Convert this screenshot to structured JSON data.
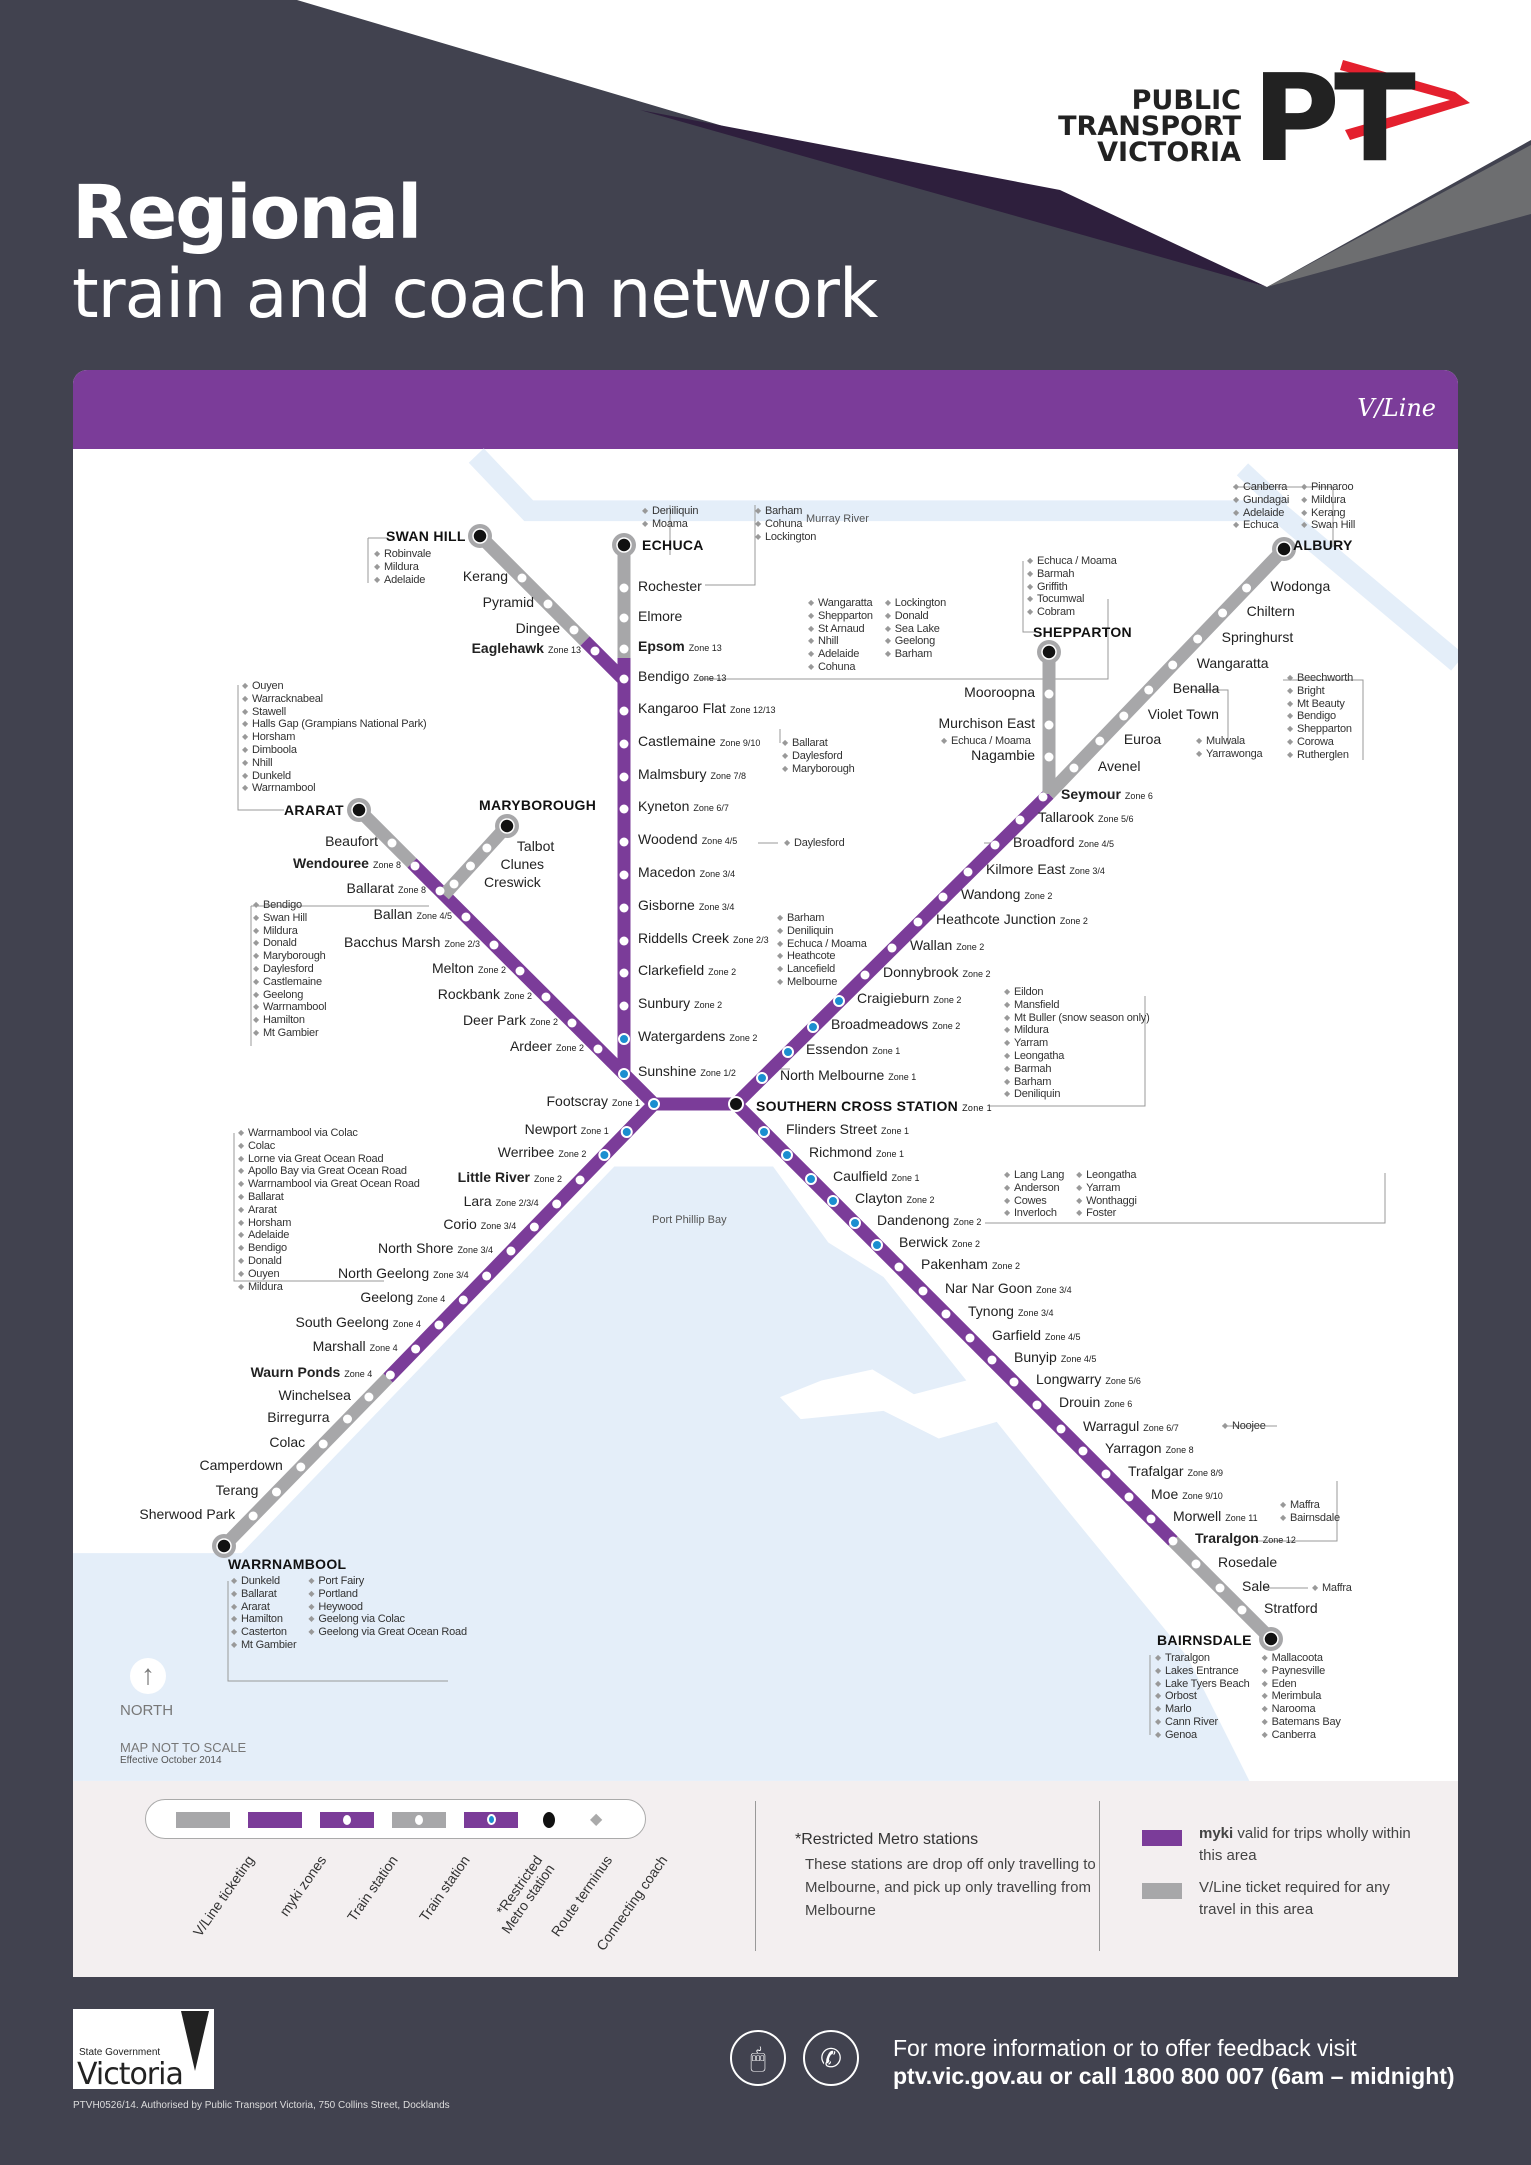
{
  "header": {
    "title_line1": "Regional",
    "title_line2": "train and coach network",
    "ptv_line1": "PUBLIC",
    "ptv_line2": "TRANSPORT",
    "ptv_line3": "VICTORIA",
    "ptv_mark": "PT",
    "vline_logo": "V/Line"
  },
  "colors": {
    "background": "#41424f",
    "myki_purple": "#7b3c99",
    "vline_grey": "#a7a7a9",
    "restricted_blue": "#1b8ed0",
    "water": "#e4eef9",
    "ptv_red": "#e4202e"
  },
  "map": {
    "murray_river": "Murray River",
    "port_phillip_bay": "Port Phillip Bay",
    "north": "NORTH",
    "not_to_scale": "MAP NOT TO SCALE",
    "effective": "Effective October 2014",
    "termini": {
      "swan_hill": "SWAN HILL",
      "echuca": "ECHUCA",
      "ararat": "ARARAT",
      "maryborough": "MARYBOROUGH",
      "shepparton": "SHEPPARTON",
      "albury": "ALBURY",
      "warrnambool": "WARRNAMBOOL",
      "bairnsdale": "BAIRNSDALE",
      "southern_cross": "SOUTHERN CROSS STATION",
      "southern_cross_zone": "Zone 1"
    },
    "lines": {
      "bendigo": [
        {
          "name": "Rochester",
          "zone": "",
          "kind": "vline"
        },
        {
          "name": "Elmore",
          "zone": "",
          "kind": "vline"
        },
        {
          "name": "Epsom",
          "zone": "Zone 13",
          "kind": "myki",
          "bold": true
        },
        {
          "name": "Bendigo",
          "zone": "Zone 13",
          "kind": "myki"
        },
        {
          "name": "Kangaroo Flat",
          "zone": "Zone 12/13",
          "kind": "myki"
        },
        {
          "name": "Castlemaine",
          "zone": "Zone 9/10",
          "kind": "myki"
        },
        {
          "name": "Malmsbury",
          "zone": "Zone 7/8",
          "kind": "myki"
        },
        {
          "name": "Kyneton",
          "zone": "Zone 6/7",
          "kind": "myki"
        },
        {
          "name": "Woodend",
          "zone": "Zone 4/5",
          "kind": "myki"
        },
        {
          "name": "Macedon",
          "zone": "Zone 3/4",
          "kind": "myki"
        },
        {
          "name": "Gisborne",
          "zone": "Zone 3/4",
          "kind": "myki"
        },
        {
          "name": "Riddells Creek",
          "zone": "Zone 2/3",
          "kind": "myki"
        },
        {
          "name": "Clarkefield",
          "zone": "Zone 2",
          "kind": "myki"
        },
        {
          "name": "Sunbury",
          "zone": "Zone 2",
          "kind": "myki"
        },
        {
          "name": "Watergardens",
          "zone": "Zone 2",
          "kind": "restricted"
        },
        {
          "name": "Sunshine",
          "zone": "Zone 1/2",
          "kind": "restricted"
        }
      ],
      "swan_hill": [
        {
          "name": "Kerang",
          "zone": "",
          "kind": "vline"
        },
        {
          "name": "Pyramid",
          "zone": "",
          "kind": "vline"
        },
        {
          "name": "Dingee",
          "zone": "",
          "kind": "vline"
        },
        {
          "name": "Eaglehawk",
          "zone": "Zone 13",
          "kind": "myki",
          "bold": true
        }
      ],
      "ballarat": [
        {
          "name": "Beaufort",
          "zone": "",
          "kind": "vline"
        },
        {
          "name": "Wendouree",
          "zone": "Zone 8",
          "kind": "myki",
          "bold": true
        },
        {
          "name": "Ballarat",
          "zone": "Zone 8",
          "kind": "myki"
        },
        {
          "name": "Ballan",
          "zone": "Zone 4/5",
          "kind": "myki"
        },
        {
          "name": "Bacchus Marsh",
          "zone": "Zone 2/3",
          "kind": "myki"
        },
        {
          "name": "Melton",
          "zone": "Zone 2",
          "kind": "myki"
        },
        {
          "name": "Rockbank",
          "zone": "Zone 2",
          "kind": "myki"
        },
        {
          "name": "Deer Park",
          "zone": "Zone 2",
          "kind": "myki"
        },
        {
          "name": "Ardeer",
          "zone": "Zone 2",
          "kind": "myki"
        }
      ],
      "maryborough": [
        {
          "name": "Talbot",
          "zone": "",
          "kind": "vline"
        },
        {
          "name": "Clunes",
          "zone": "",
          "kind": "vline"
        },
        {
          "name": "Creswick",
          "zone": "",
          "kind": "vline"
        }
      ],
      "footscray": [
        {
          "name": "Footscray",
          "zone": "Zone 1",
          "kind": "restricted"
        }
      ],
      "seymour": [
        {
          "name": "North Melbourne",
          "zone": "Zone 1",
          "kind": "restricted"
        },
        {
          "name": "Essendon",
          "zone": "Zone 1",
          "kind": "restricted"
        },
        {
          "name": "Broadmeadows",
          "zone": "Zone 2",
          "kind": "restricted"
        },
        {
          "name": "Craigieburn",
          "zone": "Zone 2",
          "kind": "restricted"
        },
        {
          "name": "Donnybrook",
          "zone": "Zone 2",
          "kind": "myki"
        },
        {
          "name": "Wallan",
          "zone": "Zone 2",
          "kind": "myki"
        },
        {
          "name": "Heathcote Junction",
          "zone": "Zone 2",
          "kind": "myki"
        },
        {
          "name": "Wandong",
          "zone": "Zone 2",
          "kind": "myki"
        },
        {
          "name": "Kilmore East",
          "zone": "Zone 3/4",
          "kind": "myki"
        },
        {
          "name": "Broadford",
          "zone": "Zone 4/5",
          "kind": "myki"
        },
        {
          "name": "Tallarook",
          "zone": "Zone 5/6",
          "kind": "myki"
        },
        {
          "name": "Seymour",
          "zone": "Zone 6",
          "kind": "myki",
          "bold": true
        }
      ],
      "shepparton": [
        {
          "name": "Nagambie",
          "zone": "",
          "kind": "vline"
        },
        {
          "name": "Murchison East",
          "zone": "",
          "kind": "vline"
        },
        {
          "name": "Mooroopna",
          "zone": "",
          "kind": "vline"
        }
      ],
      "albury": [
        {
          "name": "Avenel",
          "zone": "",
          "kind": "vline"
        },
        {
          "name": "Euroa",
          "zone": "",
          "kind": "vline"
        },
        {
          "name": "Violet Town",
          "zone": "",
          "kind": "vline"
        },
        {
          "name": "Benalla",
          "zone": "",
          "kind": "vline"
        },
        {
          "name": "Wangaratta",
          "zone": "",
          "kind": "vline"
        },
        {
          "name": "Springhurst",
          "zone": "",
          "kind": "vline"
        },
        {
          "name": "Chiltern",
          "zone": "",
          "kind": "vline"
        },
        {
          "name": "Wodonga",
          "zone": "",
          "kind": "vline"
        }
      ],
      "geelong": [
        {
          "name": "Newport",
          "zone": "Zone 1",
          "kind": "restricted"
        },
        {
          "name": "Werribee",
          "zone": "Zone 2",
          "kind": "restricted"
        },
        {
          "name": "Little River",
          "zone": "Zone 2",
          "kind": "myki",
          "bold": true
        },
        {
          "name": "Lara",
          "zone": "Zone 2/3/4",
          "kind": "myki"
        },
        {
          "name": "Corio",
          "zone": "Zone 3/4",
          "kind": "myki"
        },
        {
          "name": "North Shore",
          "zone": "Zone 3/4",
          "kind": "myki"
        },
        {
          "name": "North Geelong",
          "zone": "Zone 3/4",
          "kind": "myki"
        },
        {
          "name": "Geelong",
          "zone": "Zone 4",
          "kind": "myki"
        },
        {
          "name": "South Geelong",
          "zone": "Zone 4",
          "kind": "myki"
        },
        {
          "name": "Marshall",
          "zone": "Zone 4",
          "kind": "myki"
        },
        {
          "name": "Waurn Ponds",
          "zone": "Zone 4",
          "kind": "myki",
          "bold": true
        },
        {
          "name": "Winchelsea",
          "zone": "",
          "kind": "vline"
        },
        {
          "name": "Birregurra",
          "zone": "",
          "kind": "vline"
        },
        {
          "name": "Colac",
          "zone": "",
          "kind": "vline"
        },
        {
          "name": "Camperdown",
          "zone": "",
          "kind": "vline"
        },
        {
          "name": "Terang",
          "zone": "",
          "kind": "vline"
        },
        {
          "name": "Sherwood Park",
          "zone": "",
          "kind": "vline"
        }
      ],
      "gippsland": [
        {
          "name": "Flinders Street",
          "zone": "Zone 1",
          "kind": "restricted"
        },
        {
          "name": "Richmond",
          "zone": "Zone 1",
          "kind": "restricted"
        },
        {
          "name": "Caulfield",
          "zone": "Zone 1",
          "kind": "restricted"
        },
        {
          "name": "Clayton",
          "zone": "Zone 2",
          "kind": "restricted"
        },
        {
          "name": "Dandenong",
          "zone": "Zone 2",
          "kind": "restricted"
        },
        {
          "name": "Berwick",
          "zone": "Zone 2",
          "kind": "restricted"
        },
        {
          "name": "Pakenham",
          "zone": "Zone 2",
          "kind": "myki"
        },
        {
          "name": "Nar Nar Goon",
          "zone": "Zone 3/4",
          "kind": "myki"
        },
        {
          "name": "Tynong",
          "zone": "Zone 3/4",
          "kind": "myki"
        },
        {
          "name": "Garfield",
          "zone": "Zone 4/5",
          "kind": "myki"
        },
        {
          "name": "Bunyip",
          "zone": "Zone 4/5",
          "kind": "myki"
        },
        {
          "name": "Longwarry",
          "zone": "Zone 5/6",
          "kind": "myki"
        },
        {
          "name": "Drouin",
          "zone": "Zone 6",
          "kind": "myki"
        },
        {
          "name": "Warragul",
          "zone": "Zone 6/7",
          "kind": "myki"
        },
        {
          "name": "Yarragon",
          "zone": "Zone 8",
          "kind": "myki"
        },
        {
          "name": "Trafalgar",
          "zone": "Zone 8/9",
          "kind": "myki"
        },
        {
          "name": "Moe",
          "zone": "Zone 9/10",
          "kind": "myki"
        },
        {
          "name": "Morwell",
          "zone": "Zone 11",
          "kind": "myki"
        },
        {
          "name": "Traralgon",
          "zone": "Zone 12",
          "kind": "myki",
          "bold": true
        },
        {
          "name": "Rosedale",
          "zone": "",
          "kind": "vline"
        },
        {
          "name": "Sale",
          "zone": "",
          "kind": "vline"
        },
        {
          "name": "Stratford",
          "zone": "",
          "kind": "vline"
        }
      ]
    },
    "coach": {
      "swan_hill": [
        [
          "Robinvale",
          "Mildura",
          "Adelaide"
        ]
      ],
      "echuca": [
        [
          "Deniliquin",
          "Moama"
        ]
      ],
      "rochester": [
        [
          "Barham",
          "Cohuna",
          "Lockington"
        ]
      ],
      "bendigo": [
        [
          "Wangaratta",
          "Shepparton",
          "St Arnaud",
          "Nhill",
          "Adelaide",
          "Cohuna"
        ],
        [
          "Lockington",
          "Donald",
          "Sea Lake",
          "Geelong",
          "Barham"
        ]
      ],
      "castlemaine": [
        [
          "Ballarat",
          "Daylesford",
          "Maryborough"
        ]
      ],
      "woodend": [
        [
          "Daylesford"
        ]
      ],
      "riddells_creek": [
        [
          "Barham",
          "Deniliquin",
          "Echuca / Moama",
          "Heathcote",
          "Lancefield",
          "Melbourne"
        ]
      ],
      "ararat": [
        [
          "Ouyen",
          "Warracknabeal",
          "Stawell",
          "Halls Gap (Grampians National Park)",
          "Horsham",
          "Dimboola",
          "Nhill",
          "Dunkeld",
          "Warrnambool"
        ]
      ],
      "ballarat": [
        [
          "Bendigo",
          "Swan Hill",
          "Mildura",
          "Donald",
          "Maryborough",
          "Daylesford",
          "Castlemaine",
          "Geelong",
          "Warrnambool",
          "Hamilton",
          "Mt Gambier"
        ]
      ],
      "geelong": [
        [
          "Warrnambool via Colac",
          "Colac",
          "Lorne via Great Ocean Road",
          "Apollo Bay via Great Ocean Road",
          "Warrnambool via Great Ocean Road",
          "Ballarat",
          "Ararat",
          "Horsham",
          "Adelaide",
          "Bendigo",
          "Donald",
          "Ouyen",
          "Mildura"
        ]
      ],
      "warrnambool": [
        [
          "Dunkeld",
          "Ballarat",
          "Ararat",
          "Hamilton",
          "Casterton",
          "Mt Gambier"
        ],
        [
          "Port Fairy",
          "Portland",
          "Heywood",
          "Geelong via Colac",
          "Geelong via Great Ocean Road"
        ]
      ],
      "shepparton": [
        [
          "Echuca / Moama",
          "Barmah",
          "Griffith",
          "Tocumwal",
          "Cobram"
        ]
      ],
      "murchison_east": [
        [
          "Echuca / Moama"
        ]
      ],
      "albury": [
        [
          "Canberra",
          "Gundagai",
          "Adelaide",
          "Echuca"
        ],
        [
          "Pinnaroo",
          "Mildura",
          "Kerang",
          "Swan Hill"
        ]
      ],
      "euroa": [
        [
          "Mulwala",
          "Yarrawonga"
        ]
      ],
      "wangaratta": [
        [
          "Beechworth",
          "Bright",
          "Mt Beauty",
          "Bendigo",
          "Shepparton",
          "Corowa",
          "Rutherglen"
        ]
      ],
      "southern_cross": [
        [
          "Eildon",
          "Mansfield",
          "Mt Buller (snow season only)",
          "Mildura",
          "Yarram",
          "Leongatha",
          "Barmah",
          "Barham",
          "Deniliquin"
        ]
      ],
      "dandenong": [
        [
          "Lang Lang",
          "Anderson",
          "Cowes",
          "Inverloch"
        ],
        [
          "Leongatha",
          "Yarram",
          "Wonthaggi",
          "Foster"
        ]
      ],
      "warragul": [
        [
          "Noojee"
        ]
      ],
      "morwell": [
        [
          "Maffra",
          "Bairnsdale"
        ]
      ],
      "sale": [
        [
          "Maffra"
        ]
      ],
      "bairnsdale": [
        [
          "Traralgon",
          "Lakes Entrance",
          "Lake Tyers Beach",
          "Orbost",
          "Marlo",
          "Cann River",
          "Genoa"
        ],
        [
          "Mallacoota",
          "Paynesville",
          "Eden",
          "Merimbula",
          "Narooma",
          "Batemans Bay",
          "Canberra"
        ]
      ]
    }
  },
  "legend": {
    "items": [
      "V/Line ticketing",
      "myki zones",
      "Train station",
      "Train station",
      "*Restricted Metro station",
      "Route terminus",
      "Connecting coach"
    ],
    "restricted_title": "*Restricted Metro stations",
    "restricted_text": "These stations are drop off only travelling to Melbourne, and pick up only travelling from Melbourne",
    "myki_bold": "myki",
    "myki_text": " valid for trips wholly within this area",
    "vline_text": "V/Line ticket required for any travel in this area"
  },
  "footer": {
    "sg": "State Government",
    "vic": "Victoria",
    "authorised": "PTVH0526/14. Authorised by Public Transport Victoria, 750 Collins Street, Docklands",
    "info_line1": "For more information or to offer feedback visit",
    "info_line2": "ptv.vic.gov.au or call 1800 800 007 (6am – midnight)"
  }
}
